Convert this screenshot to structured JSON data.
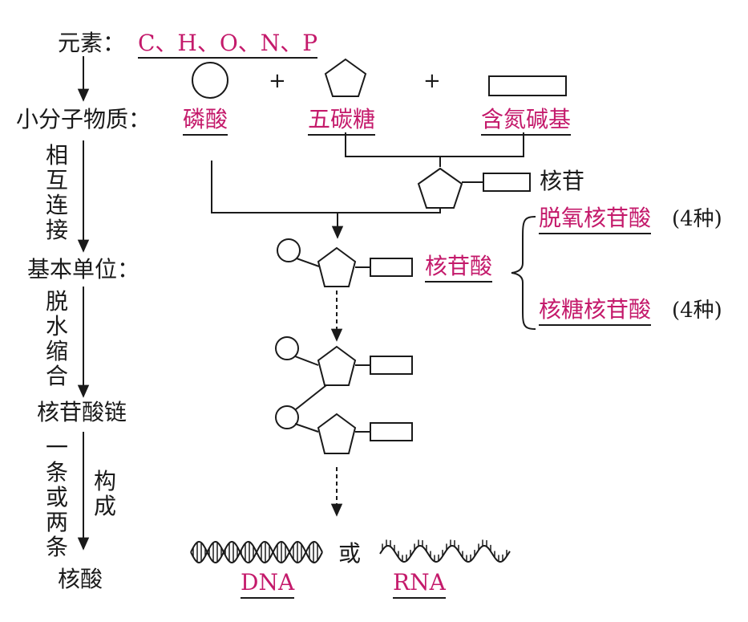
{
  "elements_label": "元素：",
  "elements_list": "C、H、O、N、P",
  "small_molecules_label": "小分子物质：",
  "phosphate": "磷酸",
  "pentose": "五碳糖",
  "base": "含氮碱基",
  "plus": "+",
  "nucleoside": "核苷",
  "step_connect": "相互连接",
  "basic_unit_label": "基本单位：",
  "nucleotide": "核苷酸",
  "deoxy_nucleotide": "脱氧核苷酸",
  "ribo_nucleotide": "核糖核苷酸",
  "four_kinds": "(4种)",
  "step_dehydration": "脱水缩合",
  "chain_label": "核苷酸链",
  "step_strands": "一条或两条",
  "step_form": "构成",
  "nucleic_acid_label": "核酸",
  "or": "或",
  "dna": "DNA",
  "rna": "RNA",
  "colors": {
    "accent": "#c41a6b",
    "ink": "#1a1a1a"
  }
}
